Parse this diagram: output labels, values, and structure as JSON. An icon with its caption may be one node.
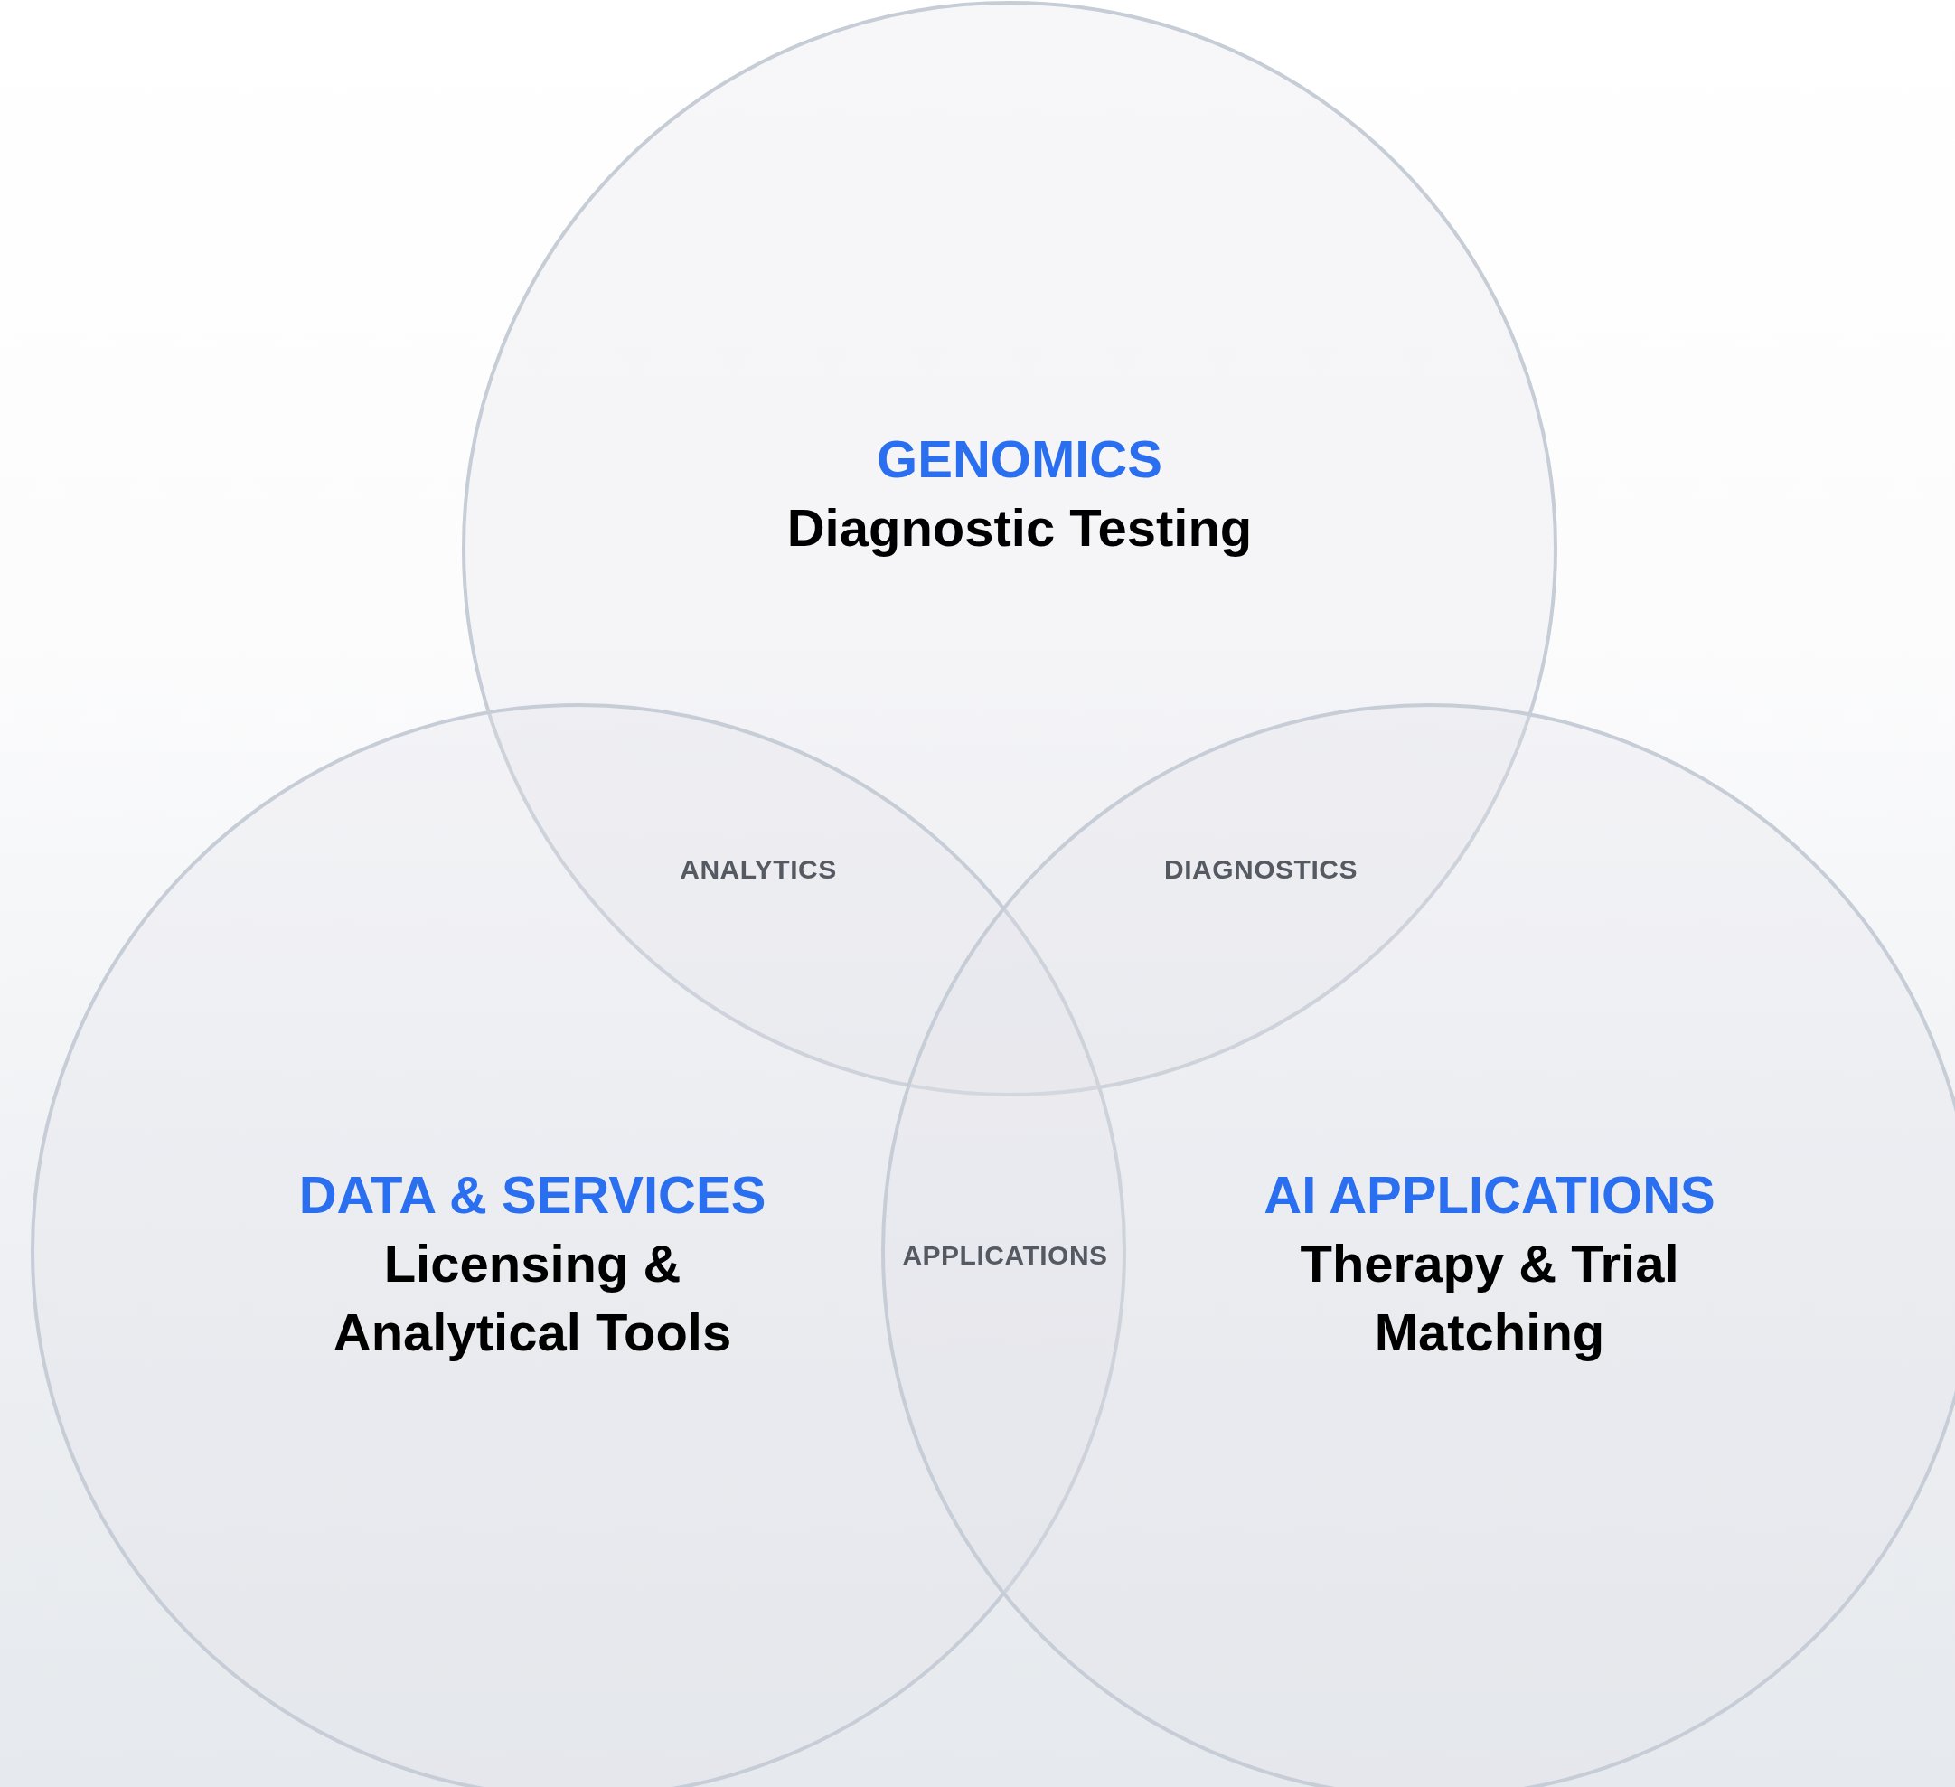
{
  "diagram": {
    "nodes": [
      {
        "text": [
          "GENOMICS",
          "Diagnostic Testing"
        ]
      },
      {
        "text": [
          "DATA & SERVICES",
          "Licensing & Analytical Tools"
        ]
      },
      {
        "text": [
          "AI APPLICATIONS",
          "Therapy & Trial Matching"
        ]
      }
    ],
    "labels": [
      "ANALYTICS",
      "DIAGNOSTICS",
      "APPLICATIONS"
    ]
  }
}
